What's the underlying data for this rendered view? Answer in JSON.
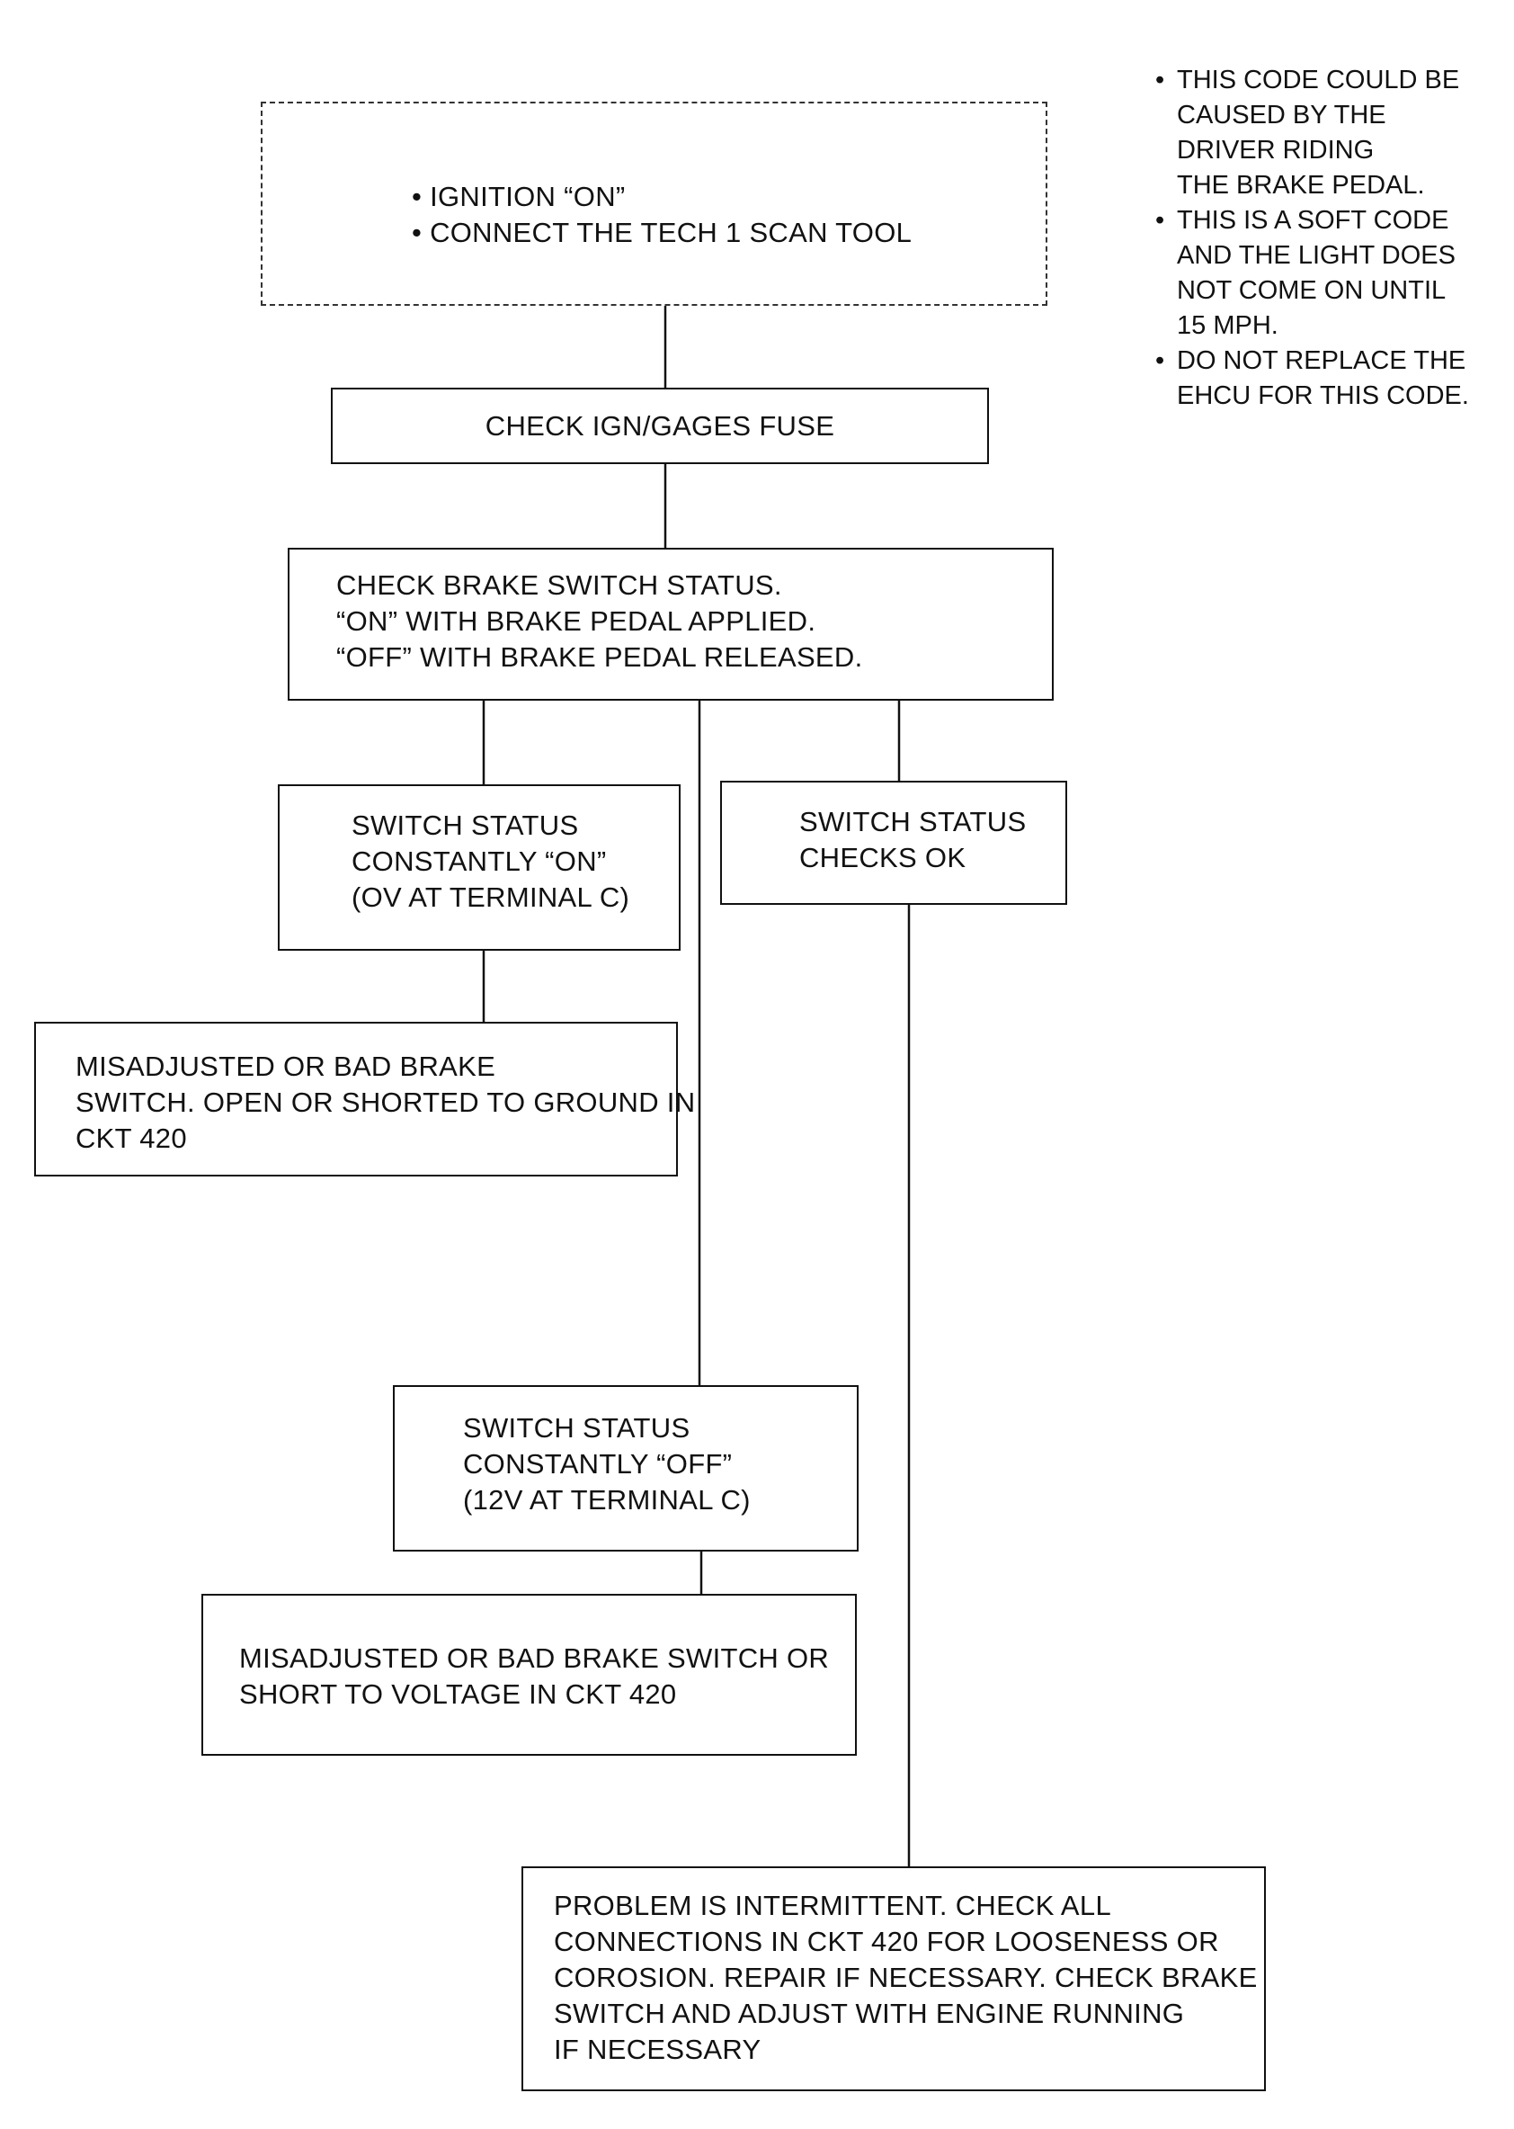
{
  "notes": [
    {
      "lines": [
        "THIS CODE COULD BE",
        "CAUSED  BY THE",
        "DRIVER  RIDING",
        "THE  BRAKE  PEDAL."
      ]
    },
    {
      "lines": [
        "THIS IS A SOFT CODE",
        "AND THE LIGHT DOES",
        "NOT COME ON UNTIL",
        "15 MPH."
      ]
    },
    {
      "lines": [
        "DO NOT REPLACE THE",
        "EHCU FOR THIS CODE."
      ]
    }
  ],
  "steps": {
    "start": {
      "lines": [
        "• IGNITION “ON”",
        "• CONNECT THE TECH 1 SCAN TOOL"
      ]
    },
    "fuse": {
      "lines": [
        "CHECK IGN/GAGES FUSE"
      ]
    },
    "brake_status": {
      "lines": [
        "CHECK BRAKE SWITCH STATUS.",
        "“ON” WITH BRAKE PEDAL APPLIED.",
        "“OFF” WITH BRAKE PEDAL RELEASED."
      ]
    },
    "status_on": {
      "lines": [
        "SWITCH STATUS",
        "CONSTANTLY  “ON”",
        "(OV AT TERMINAL C)"
      ]
    },
    "status_ok": {
      "lines": [
        "SWITCH STATUS",
        "CHECKS OK"
      ]
    },
    "result_on": {
      "lines": [
        "MISADJUSTED OR BAD BRAKE",
        "SWITCH. OPEN OR SHORTED TO GROUND IN",
        "CKT 420"
      ]
    },
    "status_off": {
      "lines": [
        "SWITCH STATUS",
        "CONSTANTLY “OFF”",
        "(12V AT TERMINAL C)"
      ]
    },
    "result_off": {
      "lines": [
        "MISADJUSTED OR BAD BRAKE SWITCH OR",
        "SHORT TO VOLTAGE IN CKT 420"
      ]
    },
    "result_ok": {
      "lines": [
        "PROBLEM IS INTERMITTENT. CHECK ALL",
        "CONNECTIONS IN CKT 420 FOR LOOSENESS OR",
        "COROSION. REPAIR IF NECESSARY. CHECK BRAKE",
        "SWITCH AND ADJUST WITH ENGINE RUNNING",
        "IF NECESSARY"
      ]
    }
  }
}
